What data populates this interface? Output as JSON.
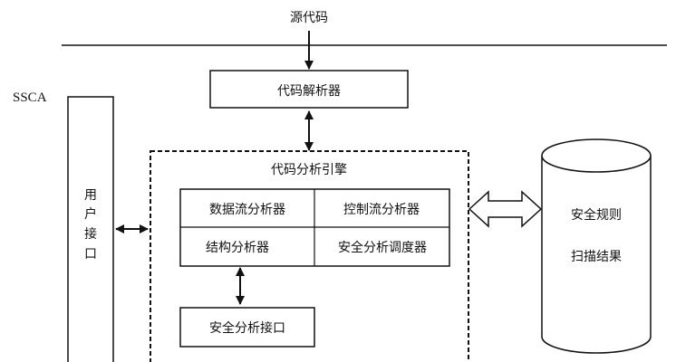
{
  "labels": {
    "source_code": "源代码",
    "system_name": "SSCA",
    "code_parser": "代码解析器",
    "analysis_engine": "代码分析引擎",
    "data_flow_analyzer": "数据流分析器",
    "control_flow_analyzer": "控制流分析器",
    "structure_analyzer": "结构分析器",
    "security_scheduler": "安全分析调度器",
    "security_interface": "安全分析接口",
    "user_interface_chars": [
      "用",
      "户",
      "接",
      "口"
    ],
    "rules_line1": "安全规则",
    "rules_line2": "扫描结果"
  },
  "colors": {
    "stroke": "#111111",
    "background": "#ffffff",
    "text": "#111111"
  }
}
